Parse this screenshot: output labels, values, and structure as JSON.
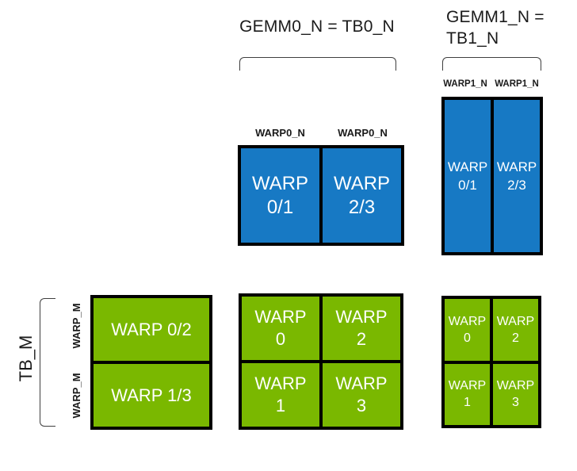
{
  "colors": {
    "blue": "#1779C4",
    "green": "#7AB800",
    "border": "#000000",
    "bracket": "#3F3F3F",
    "text_dark": "#1A1A1A",
    "text_light": "#FFFFFF",
    "bg": "#FFFFFF"
  },
  "headers": {
    "gemm0": "GEMM0_N = TB0_N",
    "gemm1_line1": "GEMM1_N =",
    "gemm1_line2": "TB1_N"
  },
  "axis_labels": {
    "tb_m": "TB_M",
    "warp_m_top": "WARP_M",
    "warp_m_bottom": "WARP_M",
    "warp0_n_left": "WARP0_N",
    "warp0_n_right": "WARP0_N",
    "warp1_n_left": "WARP1_N",
    "warp1_n_right": "WARP1_N"
  },
  "boxes": {
    "gemm0_accumulators": {
      "cells": [
        {
          "line1": "WARP",
          "line2": "0/1"
        },
        {
          "line1": "WARP",
          "line2": "2/3"
        }
      ]
    },
    "gemm1_accumulators": {
      "cells": [
        {
          "line1": "WARP",
          "line2": "0/1"
        },
        {
          "line1": "WARP",
          "line2": "2/3"
        }
      ]
    },
    "threadblock_m_tile": {
      "cells": [
        {
          "label": "WARP 0/2"
        },
        {
          "label": "WARP 1/3"
        }
      ]
    },
    "gemm0_warp_grid": {
      "cells": [
        {
          "line1": "WARP",
          "line2": "0"
        },
        {
          "line1": "WARP",
          "line2": "2"
        },
        {
          "line1": "WARP",
          "line2": "1"
        },
        {
          "line1": "WARP",
          "line2": "3"
        }
      ]
    },
    "gemm1_warp_grid": {
      "cells": [
        {
          "line1": "WARP",
          "line2": "0"
        },
        {
          "line1": "WARP",
          "line2": "2"
        },
        {
          "line1": "WARP",
          "line2": "1"
        },
        {
          "line1": "WARP",
          "line2": "3"
        }
      ]
    }
  }
}
